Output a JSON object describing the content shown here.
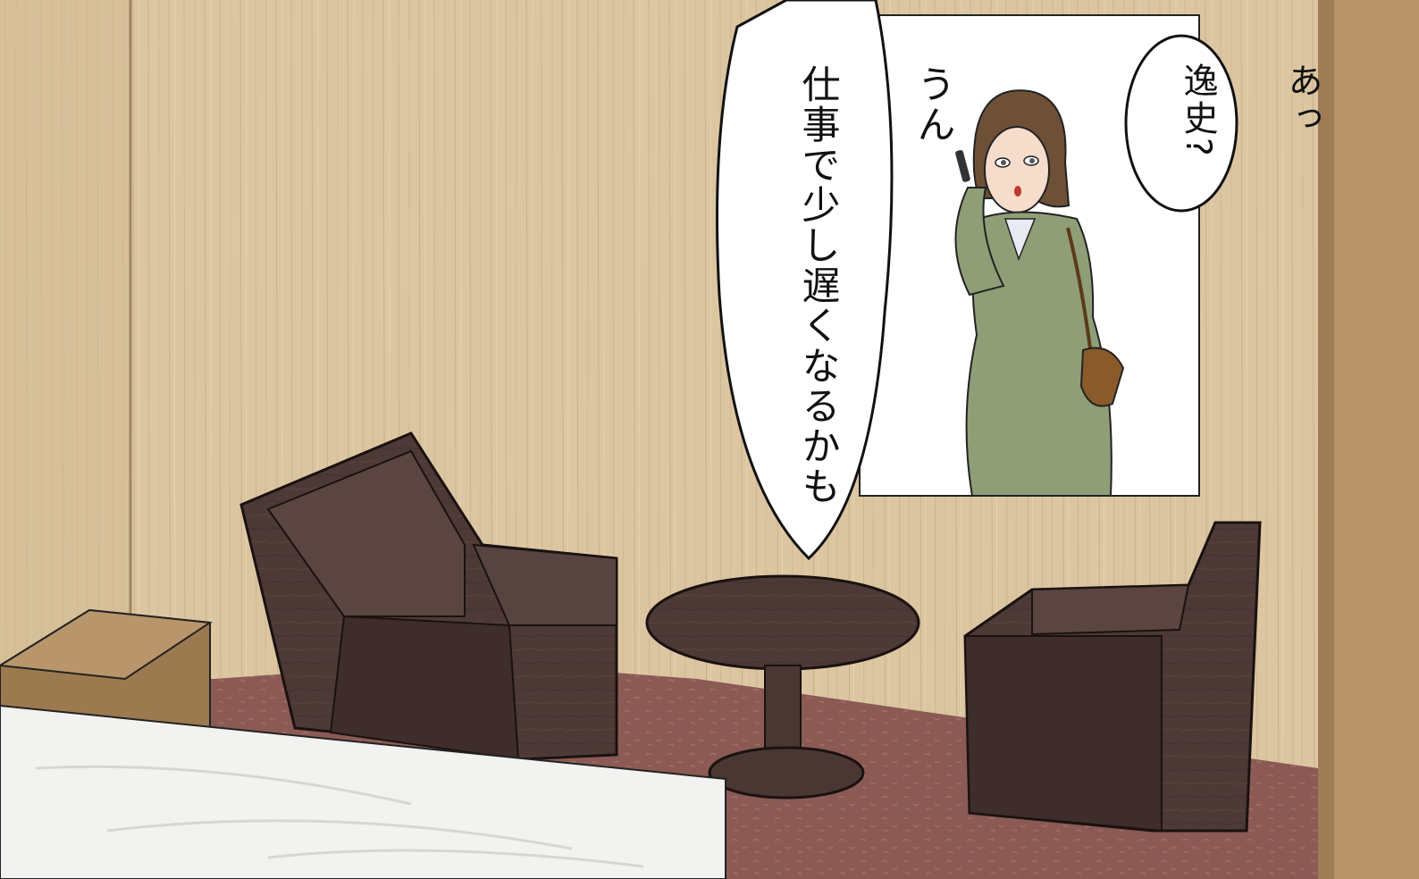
{
  "bubbles": {
    "long": {
      "line1": "うん",
      "line2": "仕事で少し遅くなるかも"
    },
    "short": {
      "line1": "あっ",
      "line2": "逸史?"
    }
  },
  "colors": {
    "wall": "#dcc6a2",
    "wall_panel_edge": "#b89f78",
    "carpet": "#8b5a55",
    "furniture": "#4a3632",
    "furniture_shadow": "#3a2824",
    "bed": "#f2f2f0",
    "suit": "#8f9e76",
    "hair": "#6e5036",
    "bag": "#8b5a2b",
    "bubble": "#ffffff"
  }
}
